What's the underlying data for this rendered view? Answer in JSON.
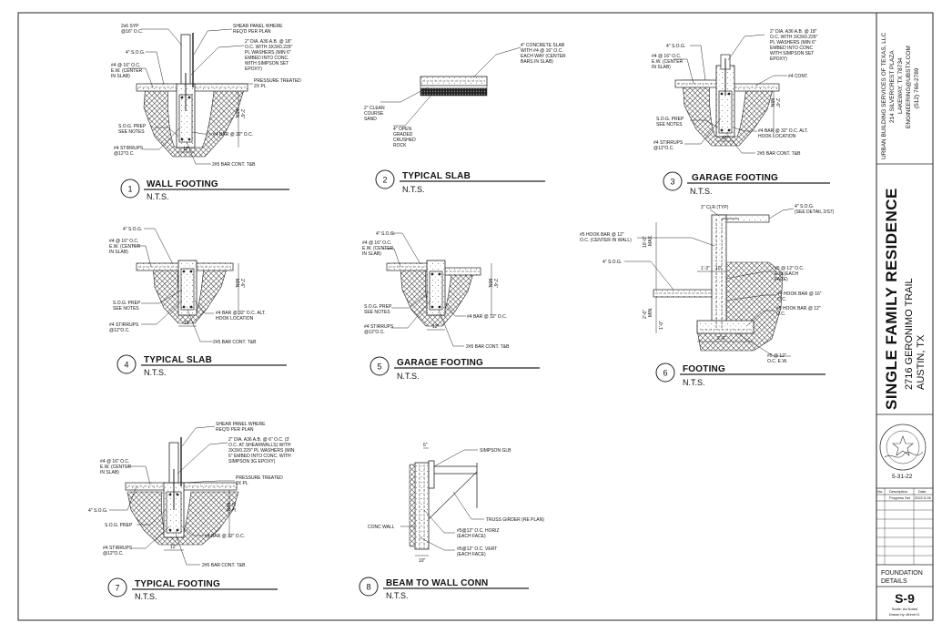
{
  "details": [
    {
      "number": "1",
      "title": "WALL FOOTING",
      "scale": "N.T.S."
    },
    {
      "number": "2",
      "title": "TYPICAL SLAB",
      "scale": "N.T.S."
    },
    {
      "number": "3",
      "title": "GARAGE FOOTING",
      "scale": "N.T.S."
    },
    {
      "number": "4",
      "title": "TYPICAL SLAB",
      "scale": "N.T.S."
    },
    {
      "number": "5",
      "title": "GARAGE  FOOTING",
      "scale": "N.T.S."
    },
    {
      "number": "6",
      "title": "FOOTING",
      "scale": "N.T.S."
    },
    {
      "number": "7",
      "title": "TYPICAL FOOTING",
      "scale": "N.T.S."
    },
    {
      "number": "8",
      "title": "BEAM TO WALL CONN",
      "scale": "N.T.S."
    }
  ],
  "notes": {
    "d1": {
      "n1": "2x6 SYP",
      "n1b": "@16\" O.C.",
      "n2": "SHEAR PANEL WHERE",
      "n2b": "REQ'D PER PLAN",
      "n3": "2\" DIA. A36 A.B. @ 18\"",
      "n3b": "O.C. WITH 3X3X0.229\"",
      "n3c": "PL WASHERS (MIN 6\"",
      "n3d": "EMBED INTO CONC.",
      "n3e": "WITH SIMPSON SET",
      "n3f": "EPOXY)",
      "n4": "4\" S.O.G.",
      "n5": "#4 @ 16\" O.C.",
      "n5b": "E.W.  (CENTER",
      "n5c": "IN SLAB)",
      "n6": "PRESSURE TREATED",
      "n6b": "2X PL",
      "n7": "S.O.G. PREP",
      "n7b": "SEE NOTES",
      "n8": "#4 BAR @ 32\" O.C.",
      "n9": "#4 STIRRUPS",
      "n9b": "@12\"O.C.",
      "n10": "2#5 BAR CONT. T&B",
      "d1": "12\"",
      "d2": "2'-6\"",
      "d3": "MIN."
    },
    "d2": {
      "n1": "4\" CONCRETE SLAB",
      "n1b": "WITH #4 @ 16\" O.C.",
      "n1c": "EACH WAY (CENTER",
      "n1d": "BARS IN SLAB)",
      "n2": "2\" CLEAN",
      "n2b": "COURSE",
      "n2c": "SAND",
      "n3": "4\" OPEN",
      "n3b": "GRADED",
      "n3c": "CRUSHED",
      "n3d": "ROCK"
    },
    "d3": {
      "n1": "2\" DIA. A36 A.B. @ 18\"",
      "n1b": "O.C. WITH 3X3X0.229\"",
      "n1c": "PL WASHERS (MIN 6\"",
      "n1d": "EMBED INTO CONC",
      "n1e": "WITH SIMPSON SET",
      "n1f": "EPOXY)",
      "n2": "4\" S.O.G.",
      "n3": "#4 @ 16\" O.C.",
      "n3b": "E.W.  (CENTER",
      "n3c": "IN SLAB)",
      "n4": "#4 CONT.",
      "n5": "S.O.G. PREP",
      "n5b": "SEE NOTES",
      "n6": "#4 BAR @ 32\" O.C. ALT.",
      "n6b": "HOOK LOCATION",
      "n7": "#4 STIRRUPS",
      "n7b": "@12\"O.C.",
      "n8": "2#5 BAR CONT. T&B",
      "d1": "12\"",
      "d2": "2'-6\"",
      "d3": "MIN."
    },
    "d4": {
      "n1": "4\" S.O.G.",
      "n2": "#4 @ 16\" O.C.",
      "n2b": "E.W.  (CENTER",
      "n2c": "IN SLAB)",
      "n3": "S.O.G. PREP",
      "n3b": "SEE NOTES",
      "n4": "#4 BAR @ 32\" O.C. ALT.",
      "n4b": "HOOK LOCATION",
      "n5": "#4 STIRRUPS",
      "n5b": "@12\"O.C.",
      "n6": "2#5 BAR CONT. T&B",
      "d1": "12\"",
      "d2": "2'-6\"",
      "d3": "MIN."
    },
    "d5": {
      "n1": "4\" S.O.G.",
      "n2": "#4 @ 16\" O.C.",
      "n2b": "E.W.  (CENTER",
      "n2c": "IN SLAB)",
      "n3": "S.O.G. PREP",
      "n3b": "SEE NOTES",
      "n4": "#4 BAR @ 32\" O.C.",
      "n5": "#4 STIRRUPS",
      "n5b": "@12\"O.C.",
      "n6": "2#5 BAR CONT. T&B",
      "d1": "12\"",
      "d2": "2'-6\"",
      "d3": "MIN."
    },
    "d6": {
      "n1": "2\" CLR (TYP)",
      "n2": "4\" S.O.G.",
      "n2b": "(SEE DETAIL 2/S7)",
      "n3": "#5 HOOK BAR @ 12\"",
      "n3b": "O.C. (CENTER IN WALL)",
      "n4": "4\" S.O.G.",
      "n5": "#5 @ 12\" O.C.",
      "n5b": "E.W.(EACH",
      "n5c": "FACE)",
      "n6": "#4 HOOK BAR @ 16\"",
      "n6b": "O.C.",
      "n7": "#5 HOOK BAR @ 12\"",
      "n7b": "O.C.",
      "n8": "#5 @ 12\"",
      "n8b": "O.C. E.W.",
      "d1": "10'-0\"",
      "d1b": "MAX.",
      "d2": "2'-6\"",
      "d2b": "MIN.",
      "d3": "1'-0\"",
      "d4": "2'-6\"",
      "d5": "1'-3\"",
      "d6": "10\""
    },
    "d7": {
      "n1": "SHEAR PANEL WHERE",
      "n1b": "REQ'D PER PLAN",
      "n2": "2\" DIA. A36 A.B. @ 6\" O.C. (3'",
      "n2b": "O.C. AT SHEARWALLS) WITH",
      "n2c": "3X3X0.229\" PL WASHERS (MIN",
      "n2d": "6\" EMBED INTO CONC. WITH",
      "n2e": "SIMPSON 3G EPOXY)",
      "n3": "#4 @ 16\" O.C.",
      "n3b": "E.W.  (CENTER",
      "n3c": "IN SLAB)",
      "n4": "PRESSURE TREATED",
      "n4b": "2X PL",
      "n5": "4\" S.O.G.",
      "n6": "S.O.G. PREP",
      "n7": "#4 BAR @ 32\" O.C.",
      "n8": "#4 STIRRUPS",
      "n8b": "@12\"O.C.",
      "n9": "2#5 BAR CONT. T&B",
      "d1": "12\"",
      "d2": "2'-6\"",
      "d3": "MIN."
    },
    "d8": {
      "n1": "SIMPSON GLB",
      "n2": "TRUSS GIRDER (RE PLAN)",
      "n3": "CONC WALL",
      "n4": "#5@12\" O.C. HORIZ",
      "n4b": "(EACH FACE)",
      "n5": "#5@12\" O.C. VERT",
      "n5b": "(EACH FACE)",
      "d1": "6\"",
      "d2": "10\""
    }
  },
  "title_block": {
    "company": [
      "URBAN BUILDING SERVICES OF TEXAS, LLC",
      "214 SILVERCREST PLAZA",
      "LAKEWAY, TX 78734",
      "ENGINEERING@UBSTX.COM",
      "(512) 766-2789"
    ],
    "project": "SINGLE FAMILY RESIDENCE",
    "address": [
      "2716 GERONIMO TRAIL",
      "AUSTIN, TX"
    ],
    "seal_date": "5-31-22",
    "revision_header": {
      "no": "No.",
      "description": "Description",
      "date": "Date"
    },
    "revision_rows": [
      {
        "no": "",
        "description": "Progress Set",
        "date": "2022.5.26"
      }
    ],
    "sheet_title": [
      "FOUNDATION",
      "DETAILS"
    ],
    "sheet_number": "S-9",
    "scale_note": "Scale: As Noted",
    "drawn_note": "Drawn by: Ahmir D."
  }
}
